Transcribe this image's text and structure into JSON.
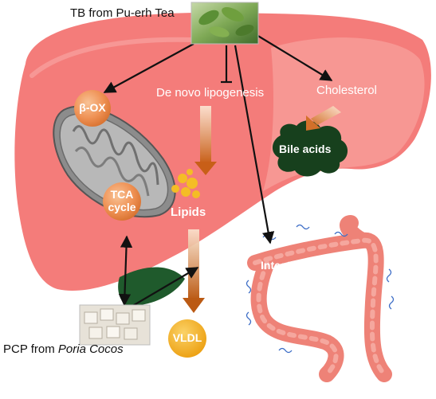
{
  "sources": {
    "tea": "TB from Pu-erh Tea",
    "poria_prefix": "PCP from ",
    "poria_species": "Poria Cocos"
  },
  "liver": {
    "beta_ox": "β-OX",
    "lipogenesis": "De novo lipogenesis",
    "cholesterol": "Cholesterol",
    "tca_line1": "TCA",
    "tca_line2": "cycle",
    "lipids": "Lipids",
    "bile_acids": "Bile acids"
  },
  "blood": {
    "vldl": "VLDL"
  },
  "intestine": {
    "label": "Intestinal peristalsis"
  },
  "colors": {
    "liver": "#f47c7a",
    "liver_light": "#f8a09c",
    "gallbladder": "#1f5a2c",
    "intestine": "#ee8277",
    "orange_ball": "#f09456",
    "bile_blob": "#17401d",
    "vldl": "#f2b323",
    "lipid_droplets": "#f4bd25",
    "arrow": "#111111",
    "flow_arrow": "#d4742a"
  }
}
